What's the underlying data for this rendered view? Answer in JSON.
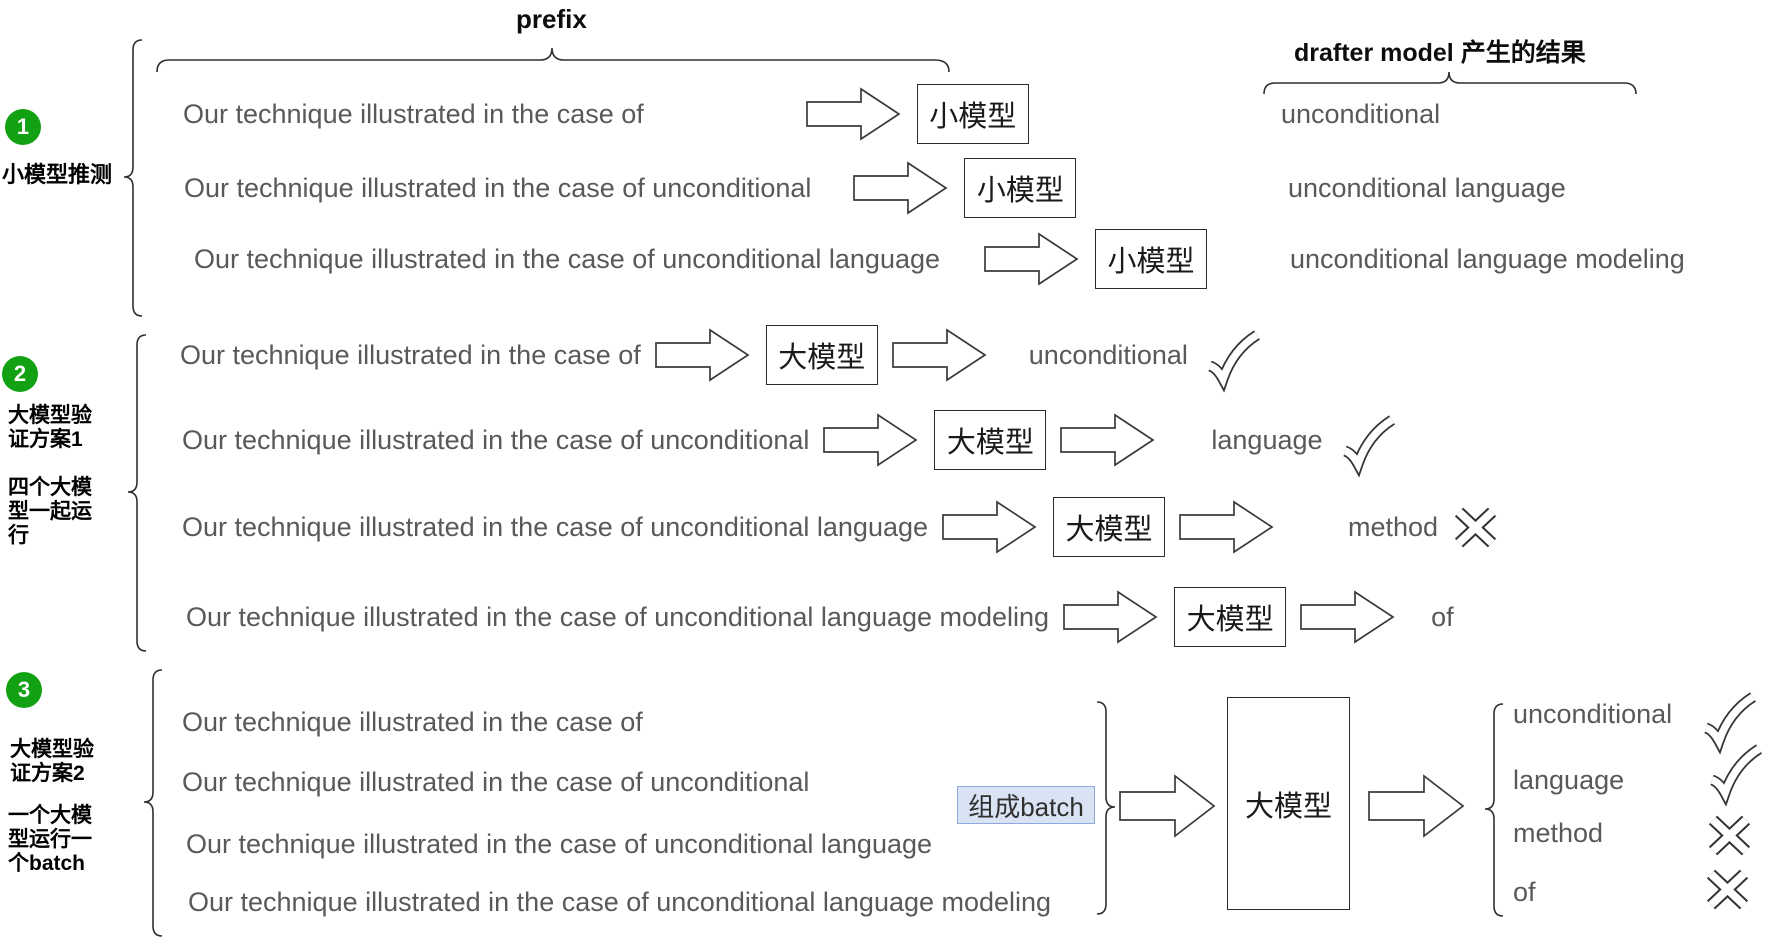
{
  "colors": {
    "accent_green": "#12a112",
    "highlight_bg": "#dae3f3",
    "highlight_border": "#8faadc",
    "text_gray": "#595959",
    "line_dark": "#2f2f2f"
  },
  "header": {
    "prefix_label": "prefix",
    "drafter_label": "drafter model 产生的结果"
  },
  "icons": [
    "arrow-right-icon",
    "check-icon",
    "x-icon",
    "brace-shape"
  ],
  "sections": [
    {
      "number": "1",
      "title": "小模型推测",
      "subtitle": "",
      "rows": [
        {
          "prefix": "Our technique illustrated in the case of",
          "model": "小模型",
          "output": "unconditional",
          "mark": ""
        },
        {
          "prefix": "Our technique illustrated in the case of unconditional",
          "model": "小模型",
          "output": "unconditional language",
          "mark": ""
        },
        {
          "prefix": "Our technique illustrated in the case of unconditional language",
          "model": "小模型",
          "output": "unconditional language modeling",
          "mark": ""
        }
      ]
    },
    {
      "number": "2",
      "title": "大模型验证方案1",
      "subtitle": "四个大模型一起运行",
      "rows": [
        {
          "prefix": "Our technique illustrated in the case of",
          "model": "大模型",
          "output": "unconditional",
          "mark": "check"
        },
        {
          "prefix": "Our technique illustrated in the case of unconditional",
          "model": "大模型",
          "output": "language",
          "mark": "check"
        },
        {
          "prefix": "Our technique illustrated in the case of unconditional language",
          "model": "大模型",
          "output": "method",
          "mark": "x"
        },
        {
          "prefix": "Our technique illustrated in the case of unconditional language modeling",
          "model": "大模型",
          "output": "of",
          "mark": ""
        }
      ]
    },
    {
      "number": "3",
      "title": "大模型验证方案2",
      "subtitle": "一个大模型运行一个batch",
      "batch_label": "组成batch",
      "model": "大模型",
      "prefix_rows": [
        "Our technique illustrated in the case of",
        "Our technique illustrated in the case of unconditional",
        "Our technique illustrated in the case of unconditional language",
        "Our technique illustrated in the case of unconditional language modeling"
      ],
      "outputs": [
        {
          "text": "unconditional",
          "mark": "check"
        },
        {
          "text": "language",
          "mark": "check"
        },
        {
          "text": "method",
          "mark": "x"
        },
        {
          "text": "of",
          "mark": "x"
        }
      ]
    }
  ]
}
